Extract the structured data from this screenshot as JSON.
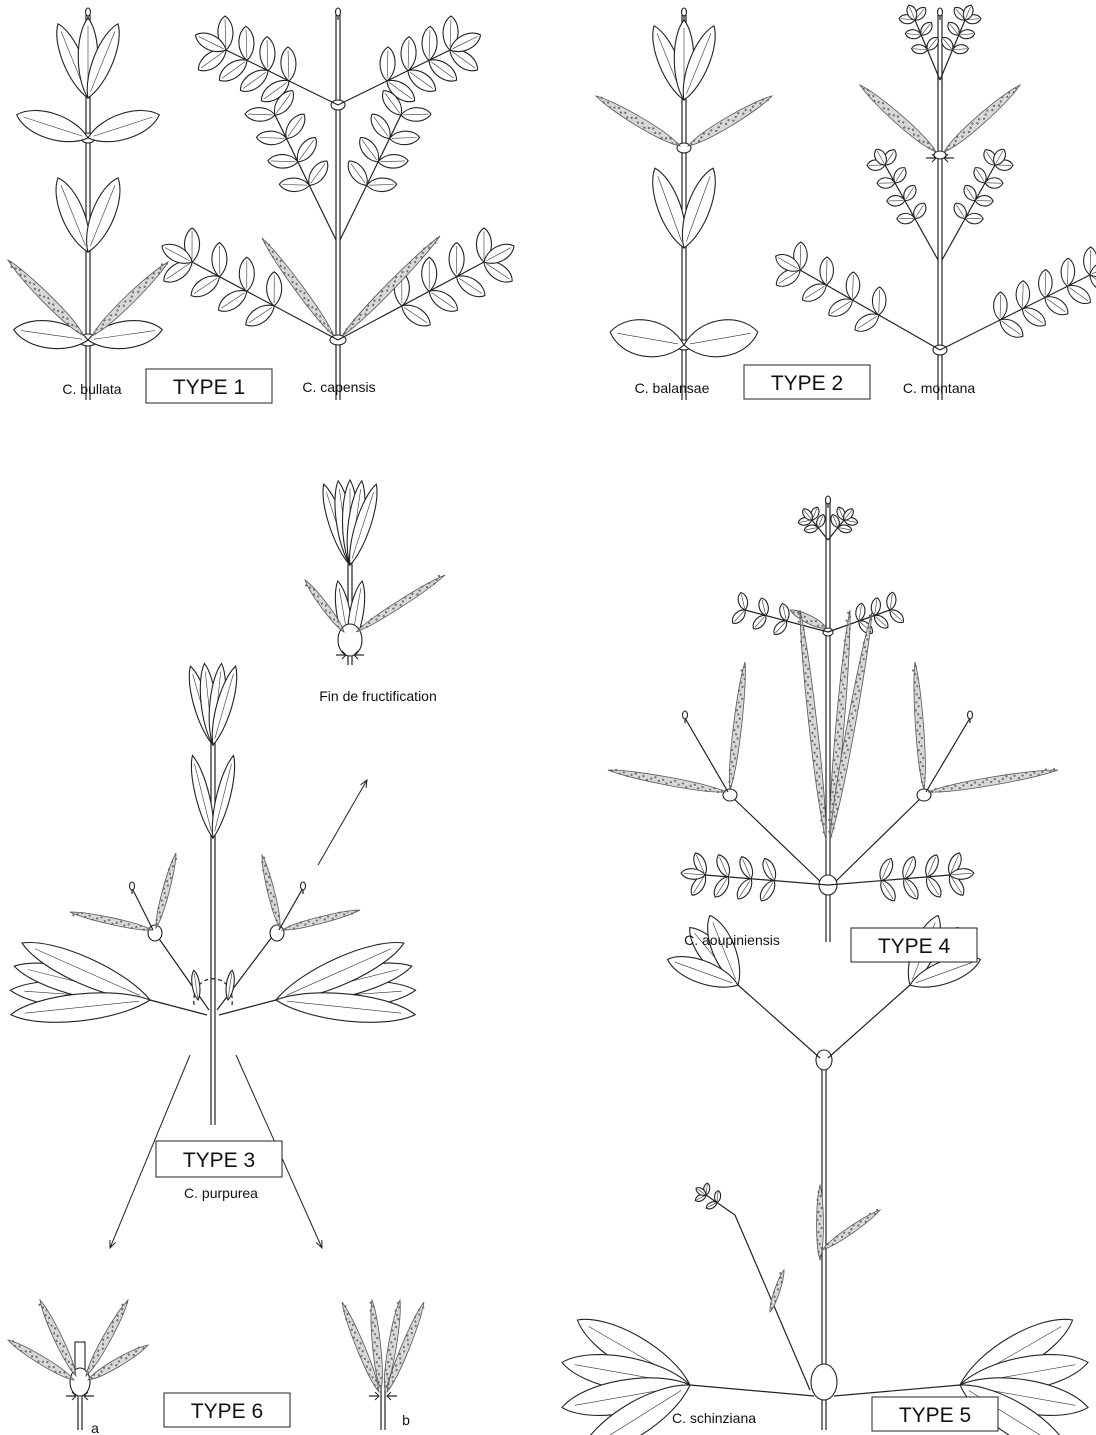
{
  "types": {
    "t1": "TYPE 1",
    "t2": "TYPE 2",
    "t3": "TYPE 3",
    "t4": "TYPE 4",
    "t5": "TYPE 5",
    "t6": "TYPE 6"
  },
  "species": {
    "bullata": "C. bullata",
    "capensis": "C. capensis",
    "balansae": "C. balansae",
    "montana": "C. montana",
    "purpurea": "C. purpurea",
    "aoupiniensis": "C. aoupiniensis",
    "schinziana": "C. schinziana"
  },
  "annotations": {
    "fin": "Fin de fructification",
    "a": "a",
    "b": "b"
  }
}
